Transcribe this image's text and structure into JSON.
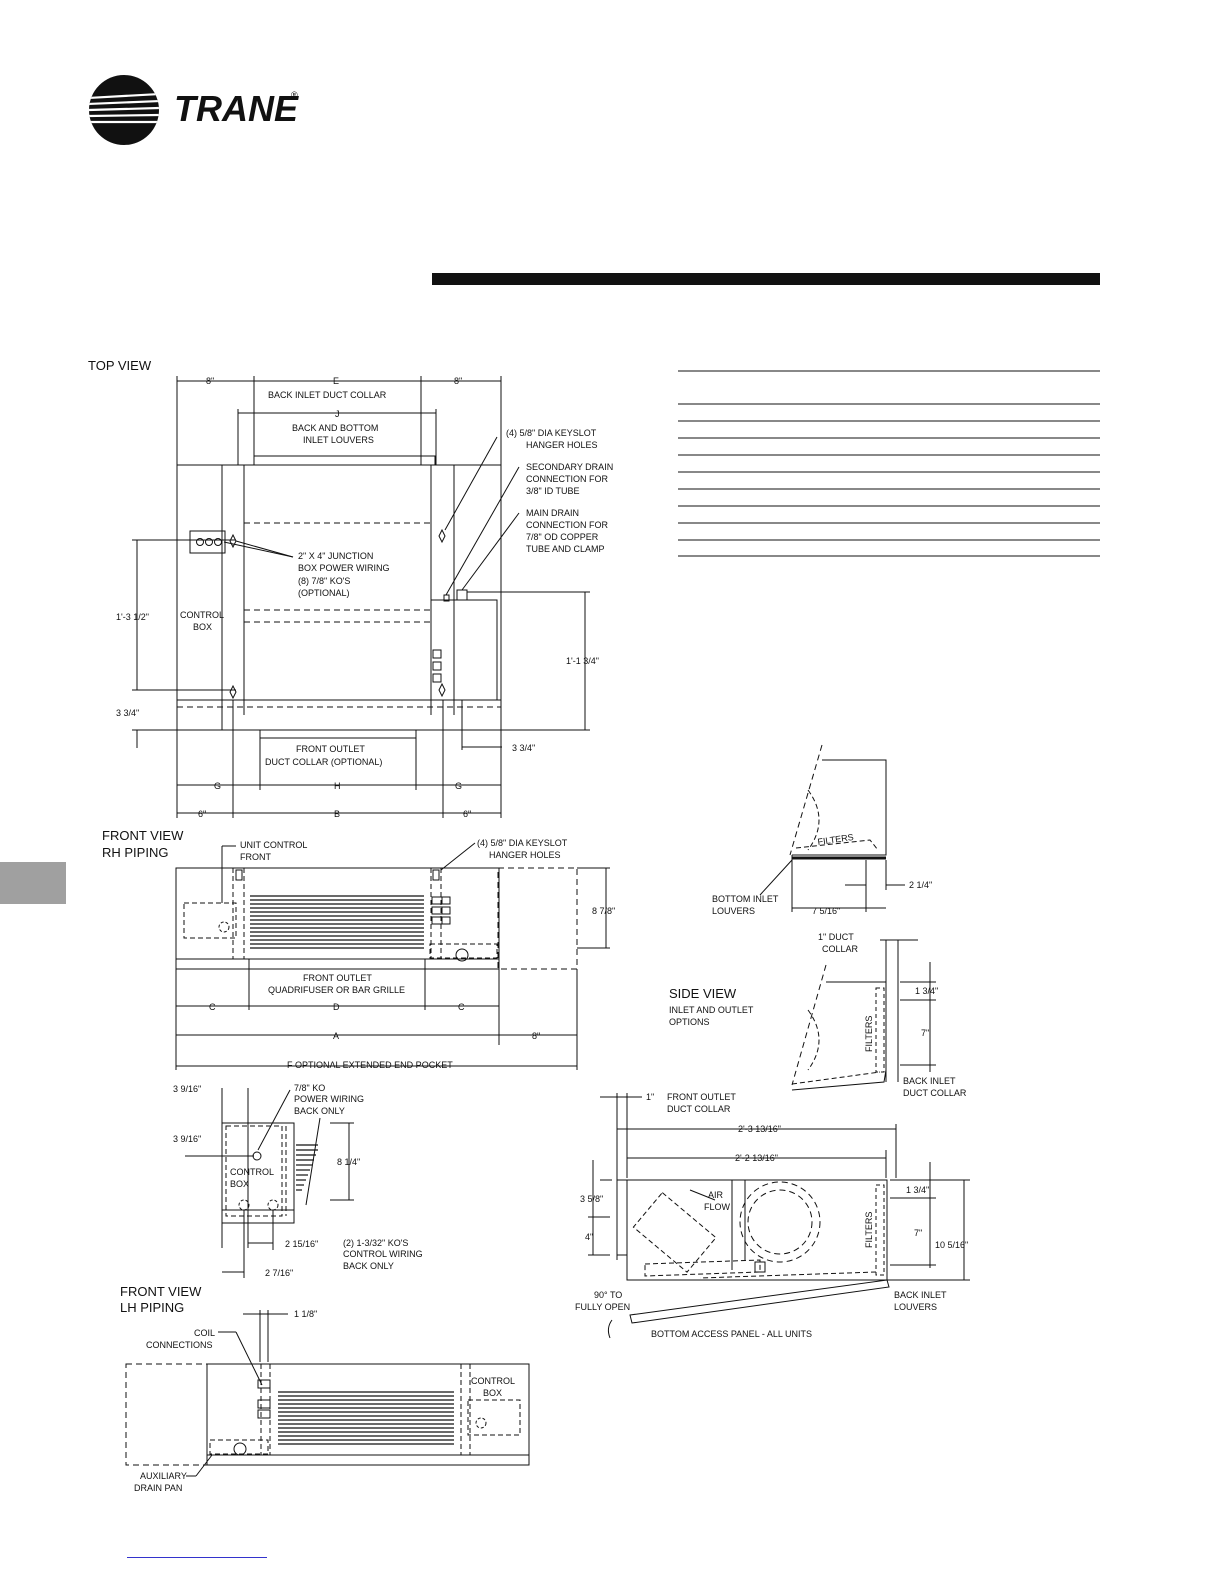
{
  "brand": {
    "name": "TRANE",
    "mark": "®"
  },
  "top_view": {
    "title": "TOP VIEW",
    "dim_8_left": "8\"",
    "dim_e": "E",
    "dim_8_right": "8\"",
    "back_inlet_duct_collar": "BACK INLET DUCT COLLAR",
    "dim_j": "J",
    "back_bottom_louvers_1": "BACK AND BOTTOM",
    "back_bottom_louvers_2": "INLET LOUVERS",
    "keyslot_1": "(4) 5/8\" DIA KEYSLOT",
    "keyslot_2": "HANGER HOLES",
    "secondary_drain_1": "SECONDARY DRAIN",
    "secondary_drain_2": "CONNECTION FOR",
    "secondary_drain_3": "3/8\" ID TUBE",
    "main_drain_1": "MAIN DRAIN",
    "main_drain_2": "CONNECTION FOR",
    "main_drain_3": "7/8\" OD COPPER",
    "main_drain_4": "TUBE AND CLAMP",
    "junction_1": "2\" X 4\" JUNCTION",
    "junction_2": "BOX POWER WIRING",
    "junction_3": "(8) 7/8\" KO'S",
    "junction_4": "(OPTIONAL)",
    "control_box_1": "CONTROL",
    "control_box_2": "BOX",
    "dim_1_3_1_2": "1'-3 1/2\"",
    "dim_1_1_3_4": "1'-1 3/4\"",
    "dim_3_3_4_left": "3 3/4\"",
    "dim_3_3_4_right": "3 3/4\"",
    "front_outlet_1": "FRONT OUTLET",
    "front_outlet_2": "DUCT COLLAR (OPTIONAL)",
    "dim_g_left": "G",
    "dim_h": "H",
    "dim_g_right": "G",
    "dim_6_left": "6\"",
    "dim_b": "B",
    "dim_6_right": "6\""
  },
  "front_rh": {
    "title_1": "FRONT VIEW",
    "title_2": "RH PIPING",
    "unit_control_1": "UNIT CONTROL",
    "unit_control_2": "FRONT",
    "keyslot_1": "(4) 5/8\" DIA KEYSLOT",
    "keyslot_2": "HANGER HOLES",
    "dim_8_7_8": "8 7/8\"",
    "front_outlet_1": "FRONT OUTLET",
    "front_outlet_2": "QUADRIFUSER OR BAR GRILLE",
    "dim_c_left": "C",
    "dim_d": "D",
    "dim_c_right": "C",
    "dim_a": "A",
    "dim_8": "8\"",
    "extended_end_pocket": "F OPTIONAL EXTENDED END POCKET"
  },
  "end_view": {
    "dim_3_9_16_a": "3 9/16\"",
    "dim_3_9_16_b": "3 9/16\"",
    "ko_1": "7/8\" KO",
    "ko_2": "POWER WIRING",
    "ko_3": "BACK ONLY",
    "dim_8_1_4": "8 1/4\"",
    "control_box_1": "CONTROL",
    "control_box_2": "BOX",
    "dim_2_15_16": "2 15/16\"",
    "dim_2_7_16": "2 7/16\"",
    "kos_1": "(2) 1-3/32\" KO'S",
    "kos_2": "CONTROL WIRING",
    "kos_3": "BACK ONLY"
  },
  "front_lh": {
    "title_1": "FRONT VIEW",
    "title_2": "LH PIPING",
    "dim_1_1_8": "1 1/8\"",
    "coil_1": "COIL",
    "coil_2": "CONNECTIONS",
    "control_box_1": "CONTROL",
    "control_box_2": "BOX",
    "aux_1": "AUXILIARY",
    "aux_2": "DRAIN PAN"
  },
  "side_views": {
    "filters_a": "FILTERS",
    "bottom_inlet_1": "BOTTOM INLET",
    "bottom_inlet_2": "LOUVERS",
    "dim_7_5_16": "7 5/16\"",
    "dim_2_1_4": "2 1/4\"",
    "duct_collar_1": "1\" DUCT",
    "duct_collar_2": "COLLAR",
    "side_view_title": "SIDE VIEW",
    "options_1": "INLET AND OUTLET",
    "options_2": "OPTIONS",
    "dim_1_3_4_a": "1 3/4\"",
    "dim_7_a": "7\"",
    "filters_b": "FILTERS",
    "back_inlet_collar_1": "BACK INLET",
    "back_inlet_collar_2": "DUCT COLLAR",
    "dim_1": "1\"",
    "front_outlet_1": "FRONT OUTLET",
    "front_outlet_2": "DUCT COLLAR",
    "dim_2_3_13_16": "2'-3 13/16\"",
    "dim_2_2_13_16": "2'-2 13/16\"",
    "dim_3_5_8": "3 5/8\"",
    "dim_4": "4\"",
    "air_flow_1": "AIR",
    "air_flow_2": "FLOW",
    "dim_1_3_4_b": "1 3/4\"",
    "dim_7_b": "7\"",
    "filters_c": "FILTERS",
    "dim_10_5_16": "10 5/16\"",
    "fully_open_1": "90° TO",
    "fully_open_2": "FULLY OPEN",
    "back_inlet_louvers_1": "BACK INLET",
    "back_inlet_louvers_2": "LOUVERS",
    "bottom_panel": "BOTTOM ACCESS PANEL - ALL UNITS"
  },
  "colors": {
    "ink": "#111111",
    "tab": "#a0a0a0",
    "link": "#3333cc"
  }
}
